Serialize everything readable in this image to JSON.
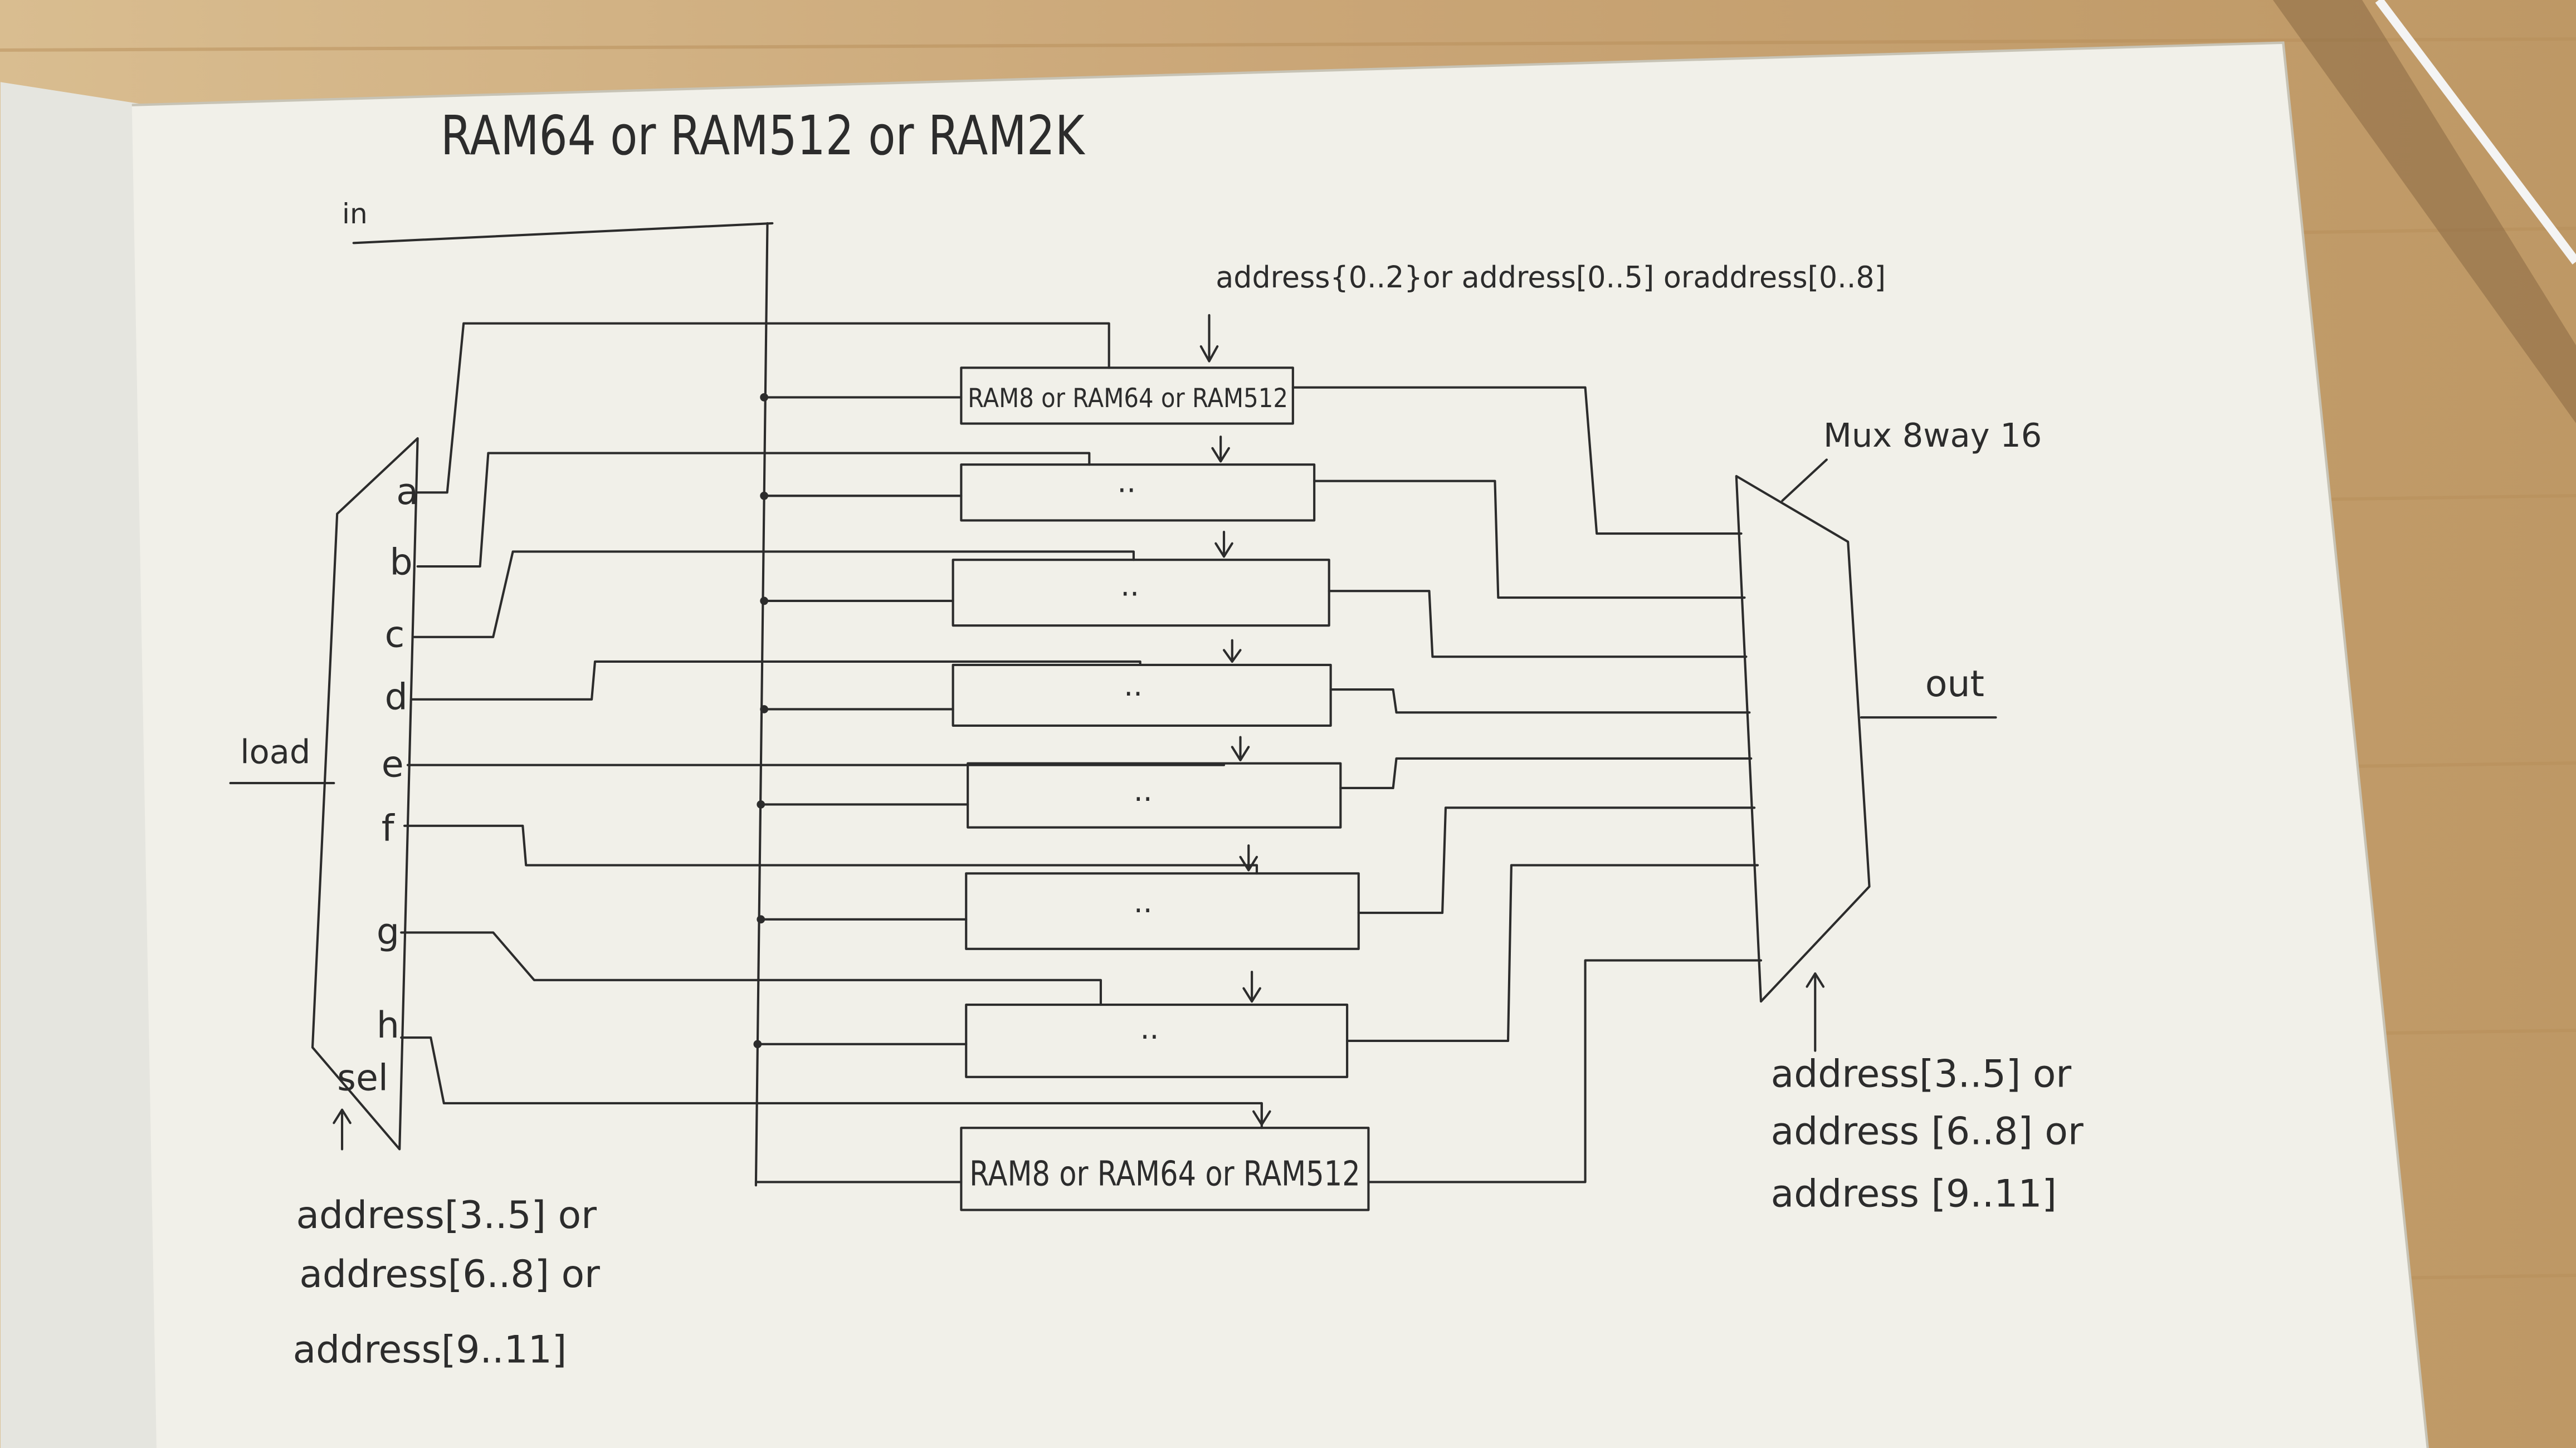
{
  "diagram": {
    "title": "RAM64 or RAM512 or RAM2K",
    "input_label": "in",
    "load_label": "load",
    "address_top": "address{0..2}or address[0..5] oraddress[0..8]",
    "dmux": {
      "outputs": [
        "a",
        "b",
        "c",
        "d",
        "e",
        "f",
        "g",
        "h"
      ],
      "sel_label": "sel"
    },
    "dmux_address": [
      "address[3..5] or",
      "address[6..8] or",
      "address[9..11]"
    ],
    "ram_blocks": [
      "RAM8 or RAM64 or RAM512",
      "··",
      "··",
      "··",
      "··",
      "··",
      "··",
      "RAM8 or RAM64 or RAM512"
    ],
    "mux_label": "Mux 8way 16",
    "output_label": "out",
    "mux_address": [
      "address[3..5] or",
      "address [6..8] or",
      "address [9..11]"
    ]
  },
  "colors": {
    "desk": "#c9a878",
    "paper": "#f1f0e9",
    "ink": "#2c2c2c"
  }
}
